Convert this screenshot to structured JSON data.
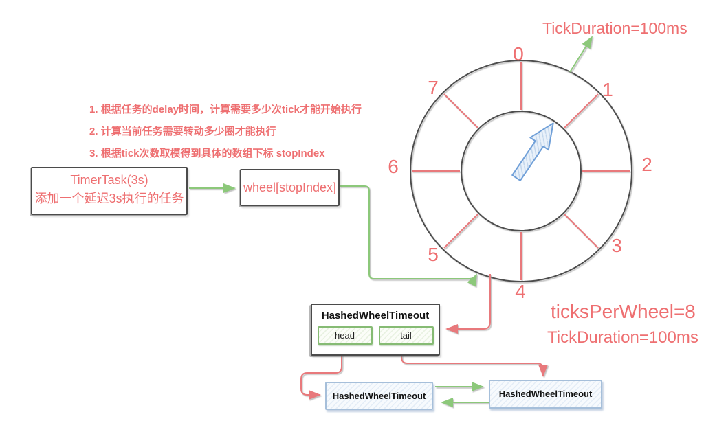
{
  "colors": {
    "accent-red": "#ee6f71",
    "line-green": "#8cc87a",
    "line-red": "#e8797b",
    "pointer-blue": "#6f9fd8",
    "ink": "#4d4d4d",
    "node-blue-border": "#a6bfda",
    "headtail-green": "#86bb74"
  },
  "instructions": {
    "items": [
      "1. 根据任务的delay时间，计算需要多少次tick才能开始执行",
      "2. 计算当前任务需要转动多少圈才能执行",
      "3. 根据tick次数取模得到具体的数组下标 stopIndex"
    ]
  },
  "timer_task": {
    "line1": "TimerTask(3s)",
    "line2": "添加一个延迟3s执行的任务"
  },
  "wheel_slot": {
    "label": "wheel[stopIndex]"
  },
  "wheel": {
    "slots": [
      "0",
      "1",
      "2",
      "3",
      "4",
      "5",
      "6",
      "7"
    ]
  },
  "labels": {
    "tick_duration_top": "TickDuration=100ms",
    "ticks_per_wheel": "ticksPerWheel=8",
    "tick_duration_bottom": "TickDuration=100ms"
  },
  "bucket": {
    "title": "HashedWheelTimeout",
    "head": "head",
    "tail": "tail"
  },
  "nodes": {
    "left": "HashedWheelTimeout",
    "right": "HashedWheelTimeout"
  }
}
